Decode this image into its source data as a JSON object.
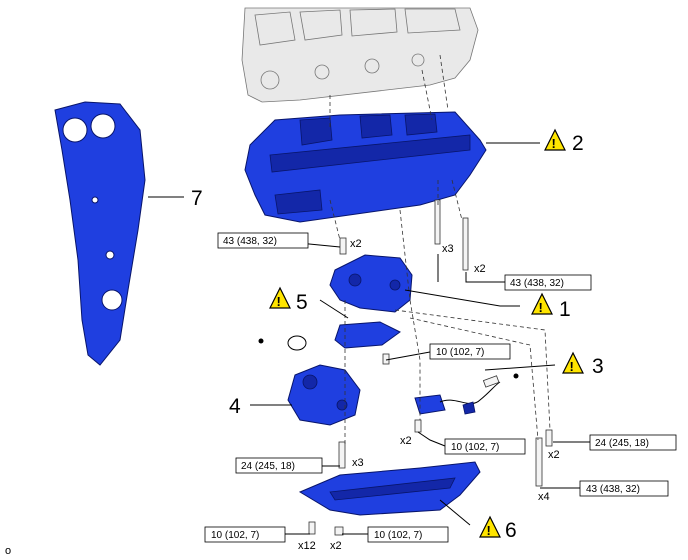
{
  "callouts": {
    "c1": "1",
    "c2": "2",
    "c3": "3",
    "c4": "4",
    "c5": "5",
    "c6": "6",
    "c7": "7"
  },
  "warning_symbol": "!",
  "torques": {
    "t1": "43 (438, 32)",
    "t2": "43 (438, 32)",
    "t3": "10 (102, 7)",
    "t4": "10 (102, 7)",
    "t5": "24 (245, 18)",
    "t6": "24 (245, 18)",
    "t7": "43 (438, 32)",
    "t8": "10 (102, 7)",
    "t9": "10 (102, 7)"
  },
  "quantities": {
    "q1": "x2",
    "q2": "x3",
    "q3": "x2",
    "q4": "x2",
    "q5": "x3",
    "q6": "x2",
    "q7": "x4",
    "q8": "x12",
    "q9": "x2"
  },
  "figure_id": "o",
  "colors": {
    "part_blue": "#1f3fe0",
    "engine_gray": "#e9e9e9",
    "warning_yellow": "#ffe500"
  }
}
